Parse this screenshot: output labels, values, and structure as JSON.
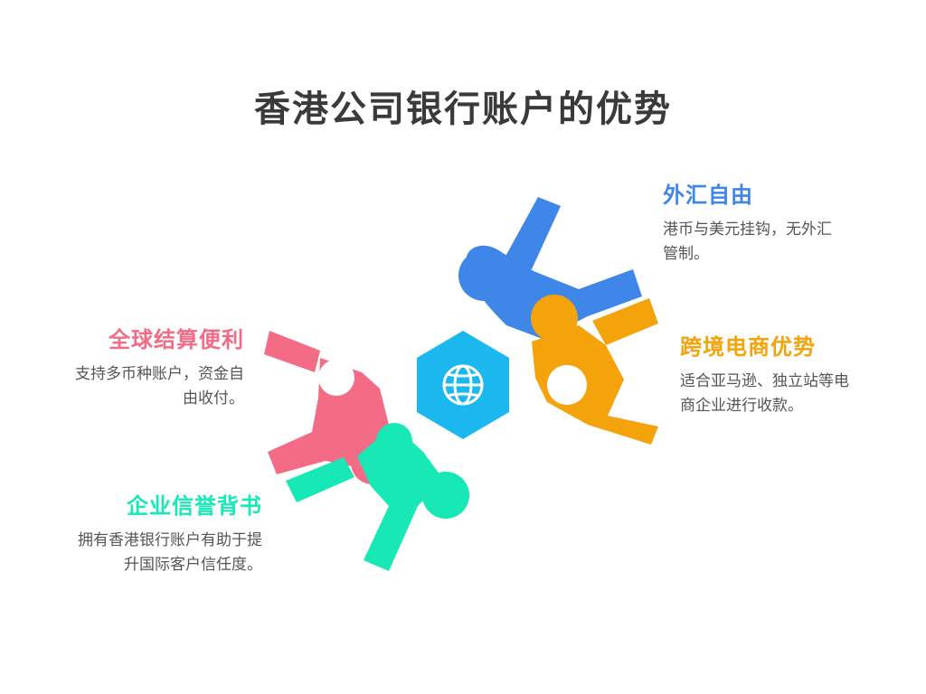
{
  "title": "香港公司银行账户的优势",
  "colors": {
    "blue": "#3e86e8",
    "orange": "#f5a30a",
    "pink": "#f46b86",
    "teal": "#17e8b5",
    "hub": "#1ab8ee",
    "title": "#3a3a3a",
    "text": "#555555"
  },
  "center_icon": "globe-icon",
  "items": [
    {
      "heading": "外汇自由",
      "desc": "港币与美元挂钩，无外汇管制。",
      "color": "#3e86e8"
    },
    {
      "heading": "跨境电商优势",
      "desc": "适合亚马逊、独立站等电商企业进行收款。",
      "color": "#f5a30a"
    },
    {
      "heading": "全球结算便利",
      "desc": "支持多币种账户，资金自由收付。",
      "color": "#f46b86"
    },
    {
      "heading": "企业信誉背书",
      "desc": "拥有香港银行账户有助于提升国际客户信任度。",
      "color": "#17e8b5"
    }
  ]
}
